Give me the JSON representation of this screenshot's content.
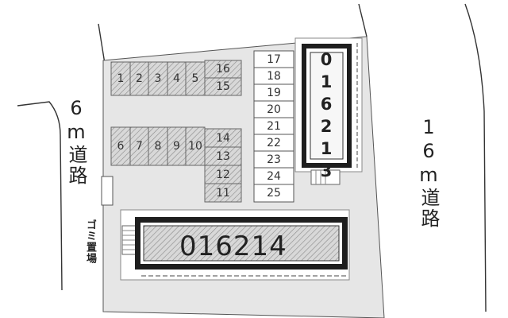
{
  "roads": {
    "left_road_label": "6m道路",
    "right_road_label": "16m道路"
  },
  "facilities": {
    "garbage_label": "ゴミ置場"
  },
  "buildings": {
    "north_east": {
      "id": "016213"
    },
    "south": {
      "id": "016214"
    }
  },
  "parking": {
    "row_top": [
      "1",
      "2",
      "3",
      "4",
      "5"
    ],
    "top_right_upper": "16",
    "top_right_lower": "15",
    "row_middle": [
      "6",
      "7",
      "8",
      "9",
      "10"
    ],
    "column_small": [
      "14",
      "13",
      "12",
      "11"
    ],
    "column_east": [
      "17",
      "18",
      "19",
      "20",
      "21",
      "22",
      "23",
      "24",
      "25"
    ]
  },
  "colors": {
    "lot": "#e6e6e6",
    "building_fill": "#cfcfcf",
    "building_border": "#222222",
    "hatch": "#888888"
  }
}
